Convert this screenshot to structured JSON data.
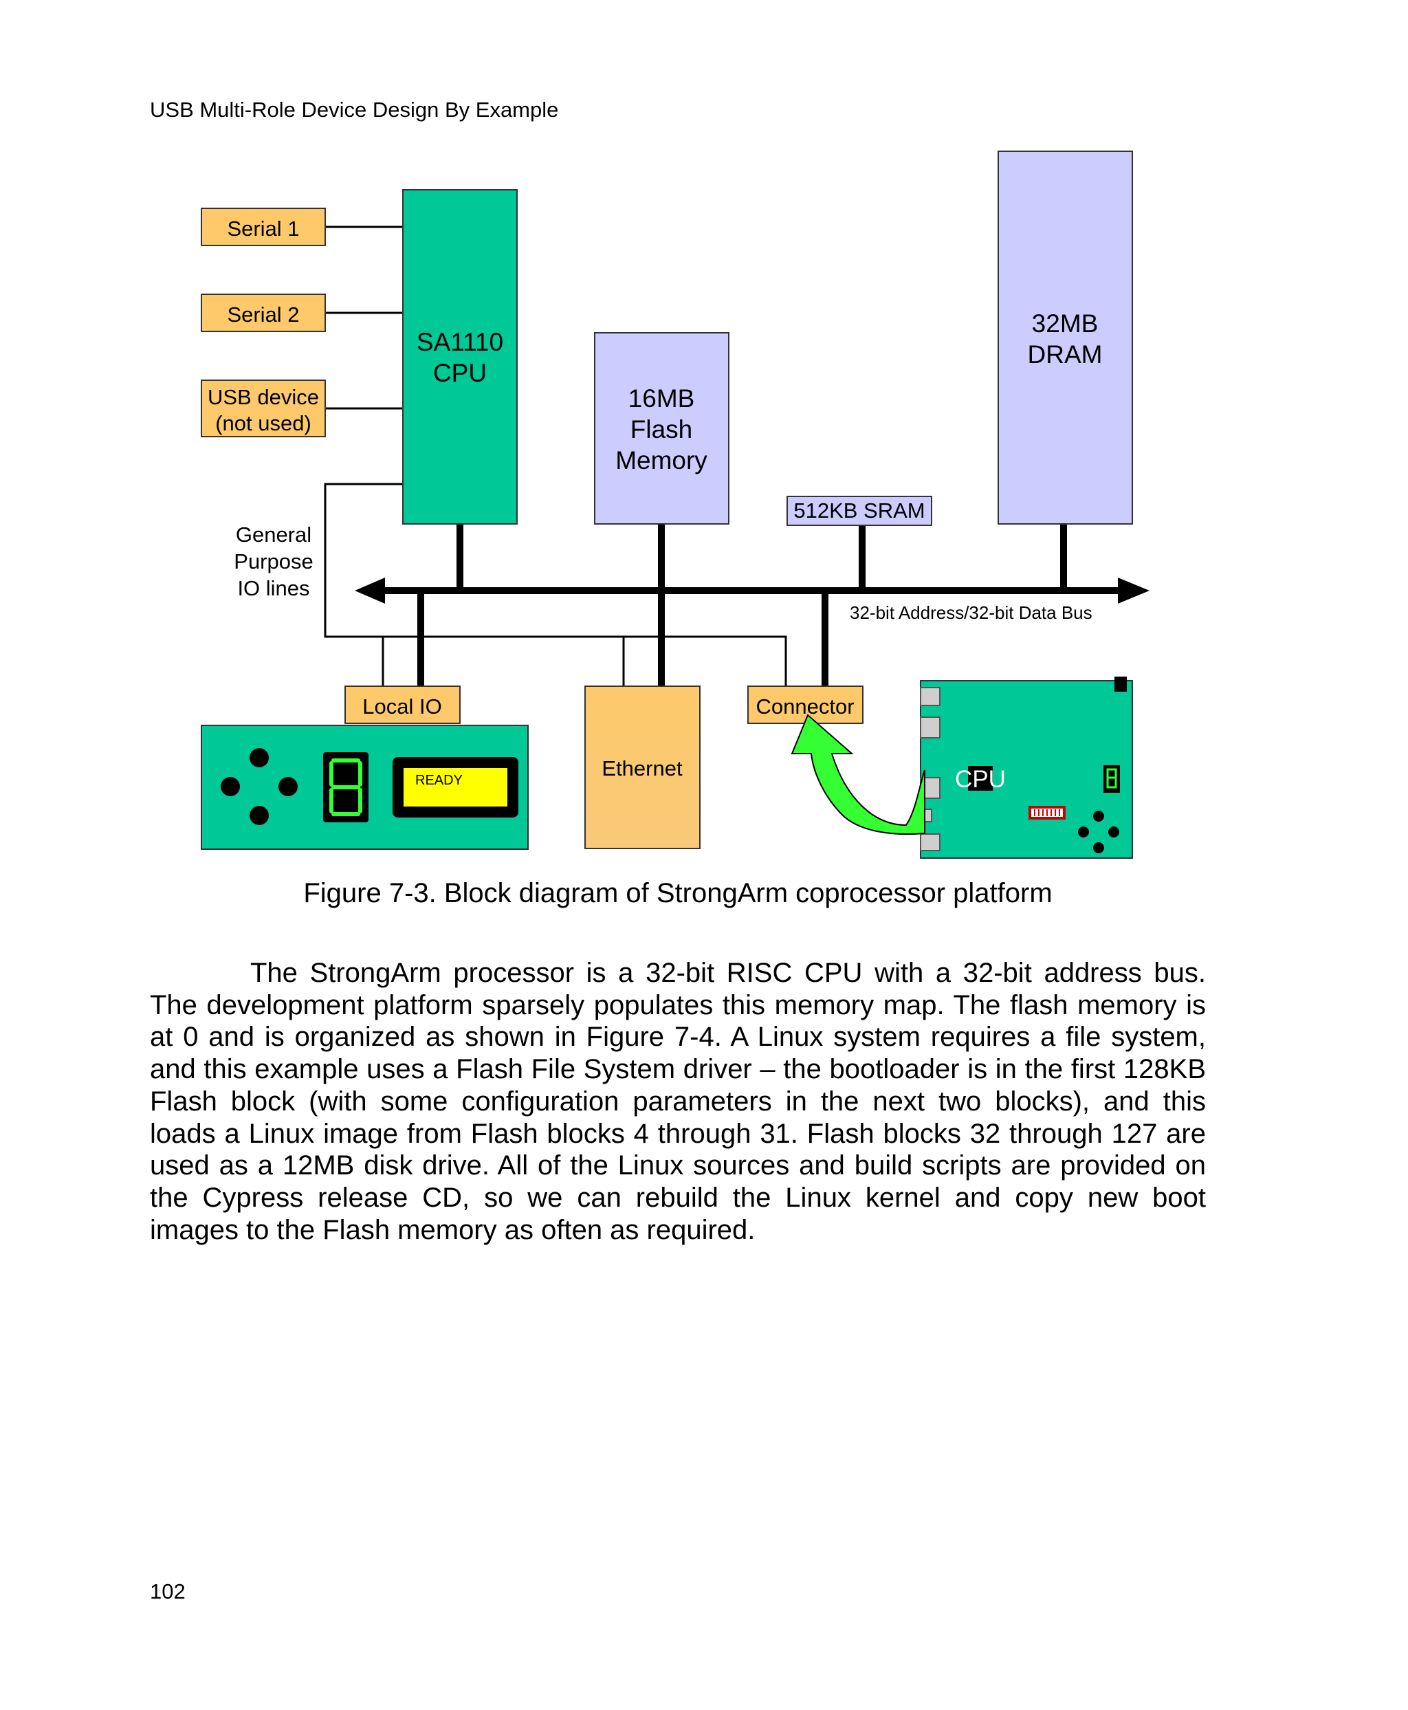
{
  "header": {
    "running_title": "USB Multi-Role Device Design By Example"
  },
  "figure": {
    "blocks": {
      "serial1": "Serial 1",
      "serial2": "Serial 2",
      "usb_device_line1": "USB device",
      "usb_device_line2": "(not used)",
      "cpu_line1": "SA1110",
      "cpu_line2": "CPU",
      "flash_line1": "16MB",
      "flash_line2": "Flash",
      "flash_line3": "Memory",
      "sram": "512KB SRAM",
      "dram_line1": "32MB",
      "dram_line2": "DRAM",
      "gpio_line1": "General",
      "gpio_line2": "Purpose",
      "gpio_line3": "IO lines",
      "bus_label": "32-bit Address/32-bit Data Bus",
      "local_io": "Local IO",
      "ethernet": "Ethernet",
      "connector": "Connector",
      "lcd_text": "READY",
      "board_cpu": "CPU"
    },
    "colors": {
      "orange": "#fdc96b",
      "green": "#00c896",
      "lavender": "#ccccff",
      "lcd_yellow": "#ffff00",
      "arrow_green": "#33ff33"
    },
    "caption": "Figure 7-3.  Block diagram of StrongArm coprocessor platform"
  },
  "body": {
    "paragraph": "The StrongArm processor is a 32-bit RISC CPU with a 32-bit address bus. The development platform sparsely populates this memory map.  The flash memory is at 0 and is organized as shown in Figure 7-4.   A Linux system requires a file system, and this example uses a Flash File System driver – the bootloader is in the first 128KB Flash block (with some configuration parameters in the next two blocks), and this loads a Linux image from Flash blocks 4 through 31.  Flash blocks 32 through 127 are used as a 12MB disk drive.  All of the Linux sources and build scripts are provided on the Cypress release CD, so we can rebuild the Linux kernel and copy new boot images to the Flash memory as often as required."
  },
  "footer": {
    "page_number": "102"
  }
}
